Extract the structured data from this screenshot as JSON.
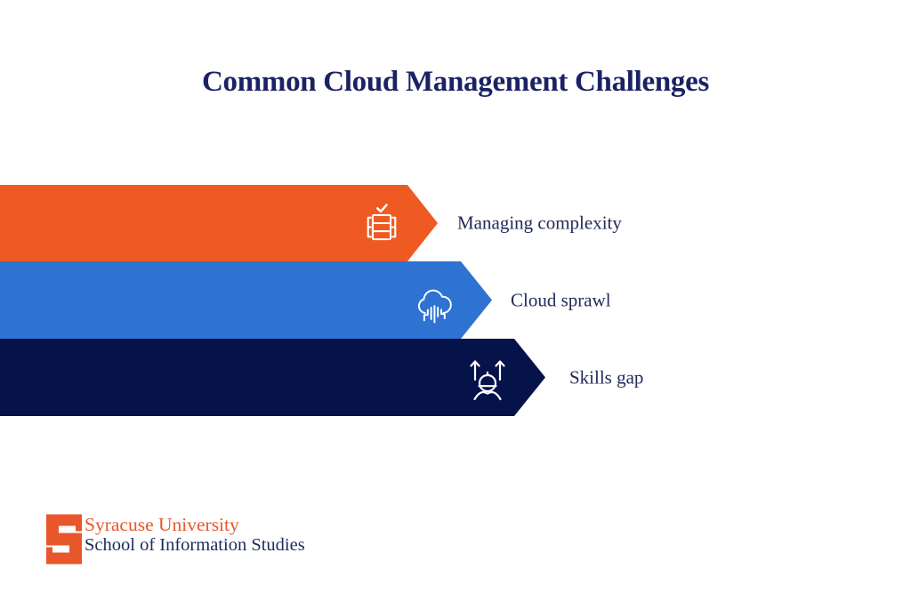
{
  "title": "Common Cloud Management Challenges",
  "challenges": [
    {
      "label": "Managing complexity",
      "icon": "server-check-icon",
      "color": "#EF5A22"
    },
    {
      "label": "Cloud sprawl",
      "icon": "cloud-circuit-icon",
      "color": "#2E72D2"
    },
    {
      "label": "Skills gap",
      "icon": "person-growth-icon",
      "color": "#06124A"
    }
  ],
  "footer": {
    "logo": "syracuse-block-s-logo",
    "line1": "Syracuse University",
    "line2": "School of Information Studies"
  },
  "colors": {
    "background": "#FFFFFF",
    "title_text": "#1B2264",
    "label_text": "#232B58",
    "banner_orange": "#EF5A22",
    "banner_blue": "#2E72D2",
    "banner_navy": "#06124A",
    "icon_stroke": "#FFFFFF",
    "logo_orange": "#E8572B",
    "logo_text_orange": "#E8572B",
    "logo_text_navy": "#1F2A5E"
  }
}
